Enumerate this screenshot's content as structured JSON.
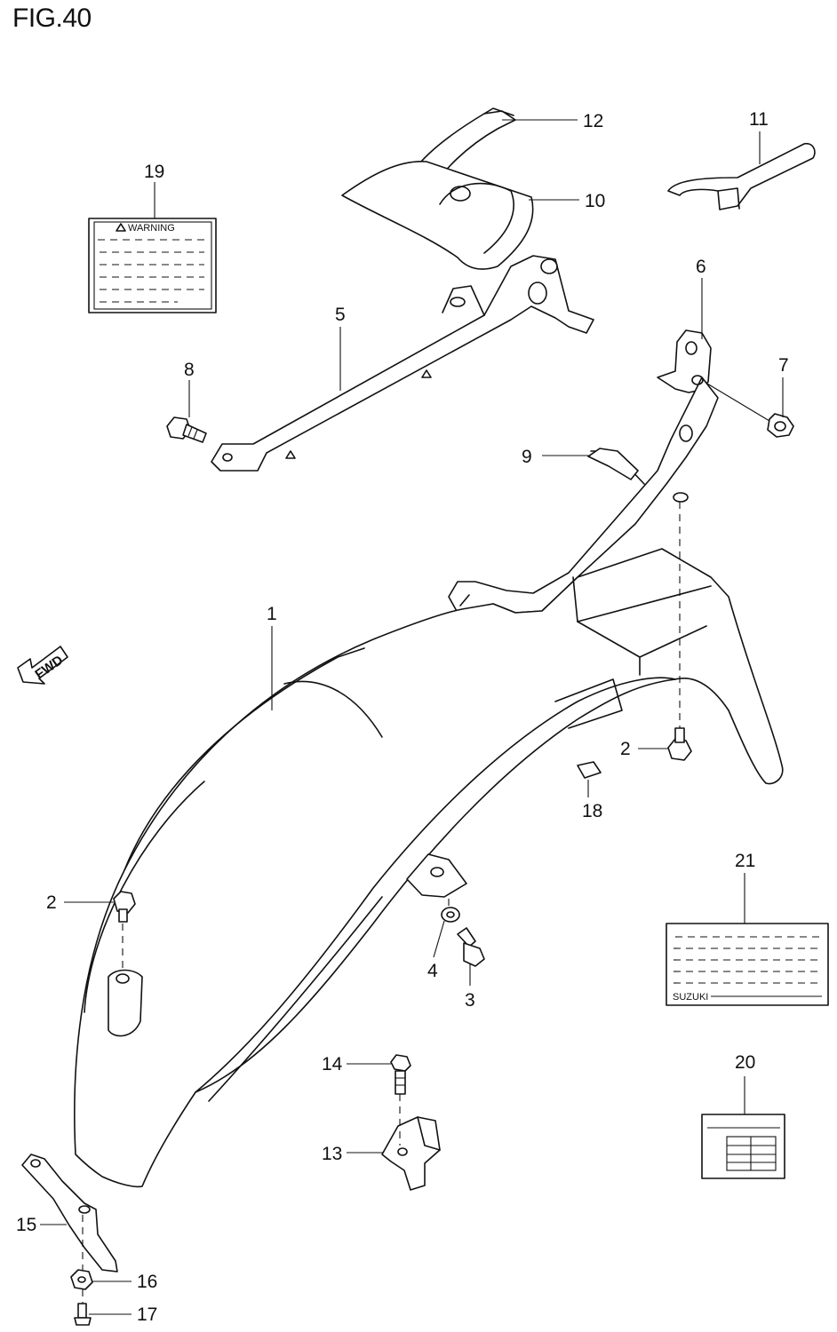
{
  "figure": {
    "title": "FIG.40"
  },
  "direction_arrow": {
    "label": "FWD",
    "icon": "arrow-icon"
  },
  "warning_label": {
    "heading": "WARNING",
    "icon": "warning-triangle-icon"
  },
  "plate_label": {
    "brand": "SUZUKI"
  },
  "callouts": {
    "p1": "1",
    "p2a": "2",
    "p2b": "2",
    "p3": "3",
    "p4": "4",
    "p5": "5",
    "p6": "6",
    "p7": "7",
    "p8": "8",
    "p9": "9",
    "p10": "10",
    "p11": "11",
    "p12": "12",
    "p13": "13",
    "p14": "14",
    "p15": "15",
    "p16": "16",
    "p17": "17",
    "p18": "18",
    "p19": "19",
    "p20": "20",
    "p21": "21"
  }
}
